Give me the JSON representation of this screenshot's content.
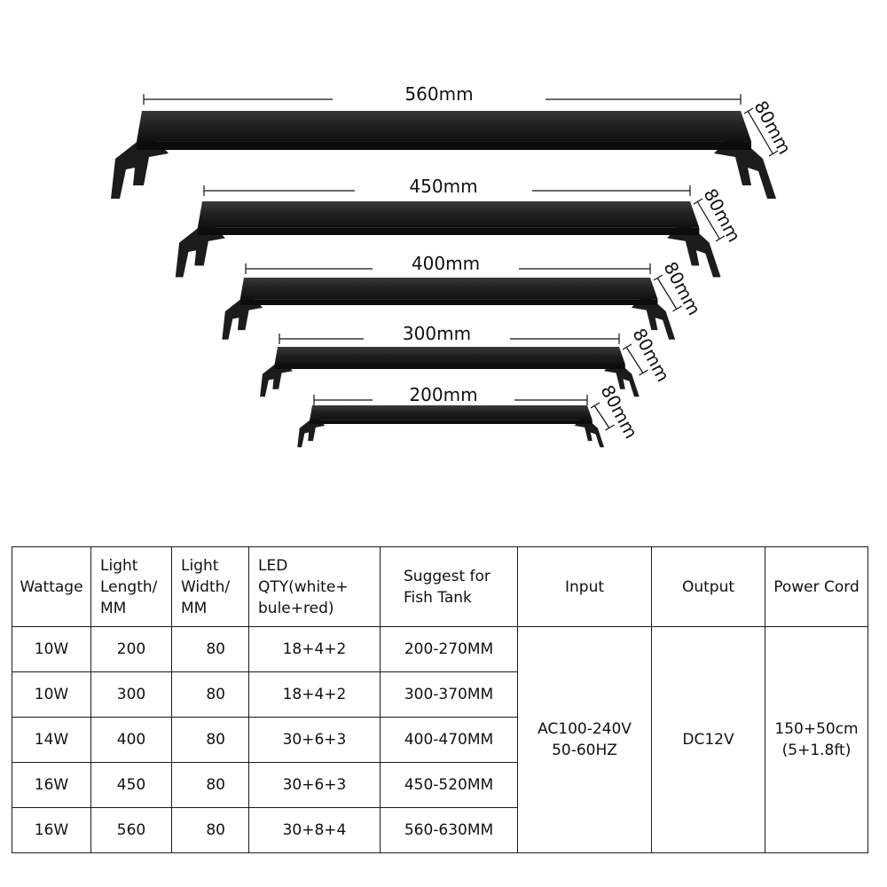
{
  "lights": [
    {
      "length_label": "560mm",
      "width_label": "80mm"
    },
    {
      "length_label": "450mm",
      "width_label": "80mm"
    },
    {
      "length_label": "400mm",
      "width_label": "80mm"
    },
    {
      "length_label": "300mm",
      "width_label": "80mm"
    },
    {
      "length_label": "200mm",
      "width_label": "80mm"
    }
  ],
  "table": {
    "headers": [
      {
        "lines": [
          "Wattage"
        ]
      },
      {
        "lines": [
          "Light",
          "Length/",
          "MM"
        ]
      },
      {
        "lines": [
          "Light",
          "Width/",
          "MM"
        ]
      },
      {
        "lines": [
          "LED",
          "QTY(white+",
          "bule+red)"
        ]
      },
      {
        "lines": [
          "Suggest for",
          "Fish Tank"
        ]
      },
      {
        "lines": [
          "Input"
        ]
      },
      {
        "lines": [
          "Output"
        ]
      },
      {
        "lines": [
          "Power Cord"
        ]
      }
    ],
    "rows": [
      {
        "wattage": "10W",
        "length": "200",
        "width": "80",
        "led": "18+4+2",
        "tank": "200-270MM"
      },
      {
        "wattage": "10W",
        "length": "300",
        "width": "80",
        "led": "18+4+2",
        "tank": "300-370MM"
      },
      {
        "wattage": "14W",
        "length": "400",
        "width": "80",
        "led": "30+6+3",
        "tank": "400-470MM"
      },
      {
        "wattage": "16W",
        "length": "450",
        "width": "80",
        "led": "30+6+3",
        "tank": "450-520MM"
      },
      {
        "wattage": "16W",
        "length": "560",
        "width": "80",
        "led": "30+8+4",
        "tank": "560-630MM"
      }
    ],
    "input": [
      "AC100-240V",
      "50-60HZ"
    ],
    "output": "DC12V",
    "power_cord": [
      "150+50cm",
      "(5+1.8ft)"
    ]
  }
}
